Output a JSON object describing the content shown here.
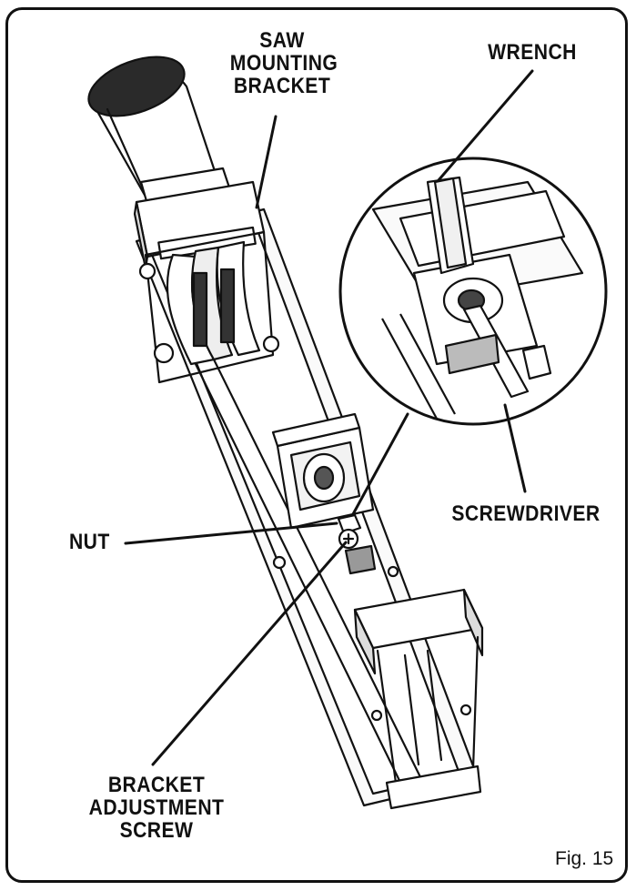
{
  "labels": {
    "saw_mounting_bracket": "SAW\nMOUNTING\nBRACKET",
    "wrench": "WRENCH",
    "screwdriver": "SCREWDRIVER",
    "nut": "NUT",
    "bracket_adjustment_screw": "BRACKET\nADJUSTMENT\nSCREW"
  },
  "figure_number": "Fig. 15"
}
